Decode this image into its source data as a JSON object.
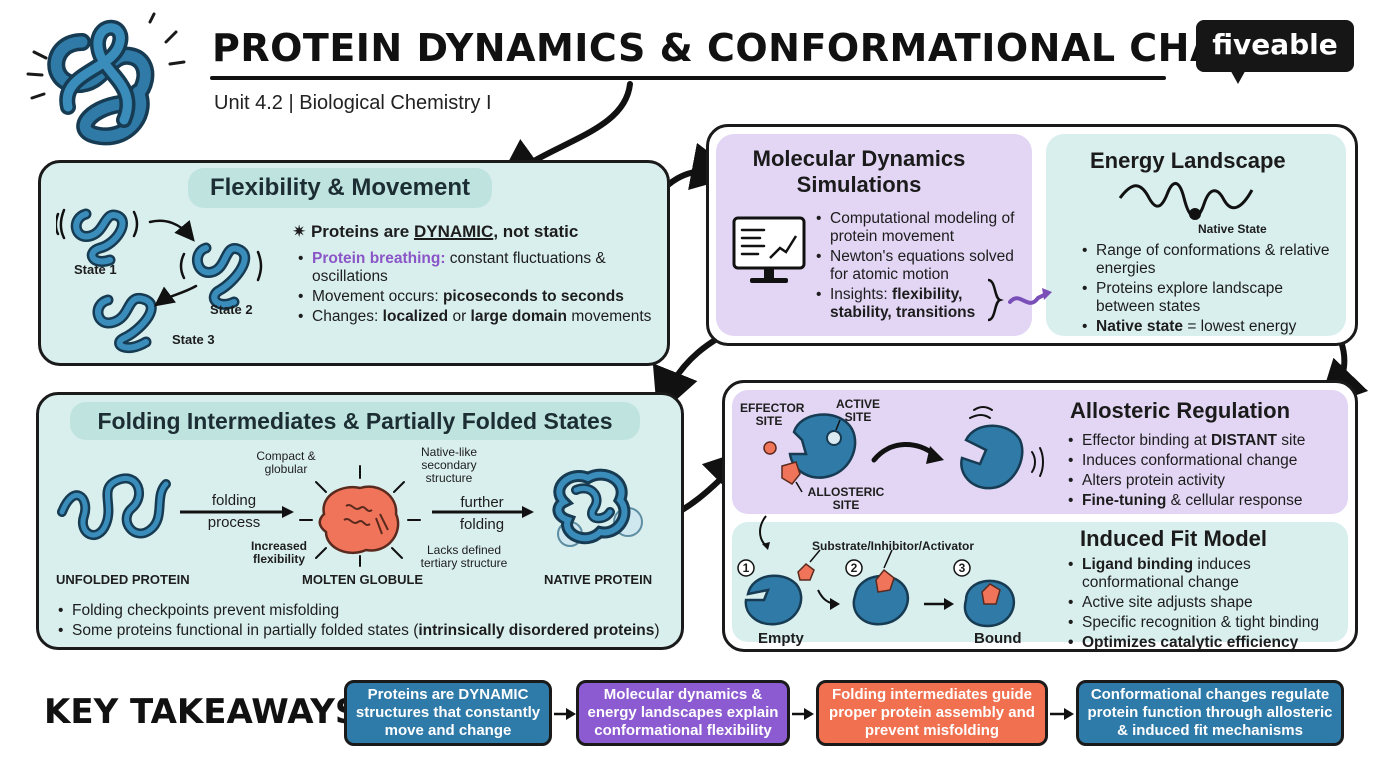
{
  "header": {
    "title": "PROTEIN DYNAMICS & CONFORMATIONAL CHANGES",
    "subtitle": "Unit 4.2 | Biological Chemistry I",
    "logo": "fiveable"
  },
  "flex": {
    "heading": "Flexibility & Movement",
    "states": [
      "State 1",
      "State 2",
      "State 3"
    ],
    "lead_prefix": "Proteins are ",
    "lead_key": "DYNAMIC",
    "lead_suffix": ", not static",
    "b1_key": "Protein breathing:",
    "b1_rest": " constant fluctuations & oscillations",
    "b2_prefix": "Movement occurs: ",
    "b2_key": "picoseconds to seconds",
    "b3_prefix": "Changes: ",
    "b3_key1": "localized",
    "b3_mid": " or ",
    "b3_key2": "large domain",
    "b3_suffix": " movements"
  },
  "md": {
    "heading": "Molecular Dynamics Simulations",
    "b1": "Computational modeling of protein movement",
    "b2": "Newton's equations solved for atomic motion",
    "b3_prefix": "Insights: ",
    "b3_key": "flexibility, stability, transitions"
  },
  "energy": {
    "heading": "Energy Landscape",
    "native_label": "Native State",
    "b1": "Range of conformations & relative energies",
    "b2": "Proteins explore landscape between states",
    "b3_key": "Native state",
    "b3_rest": " = lowest energy"
  },
  "folding": {
    "heading": "Folding Intermediates & Partially Folded States",
    "unfolded": "UNFOLDED PROTEIN",
    "arrow1": "folding process",
    "molten": "MOLTEN GLOBULE",
    "compact": "Compact & globular",
    "native_like": "Native-like secondary structure",
    "increased": "Increased flexibility",
    "lacks": "Lacks defined tertiary structure",
    "arrow2": "further folding",
    "native": "NATIVE PROTEIN",
    "b1": "Folding checkpoints prevent misfolding",
    "b2_prefix": "Some proteins functional in partially folded states (",
    "b2_key": "intrinsically disordered proteins",
    "b2_suffix": ")"
  },
  "allo": {
    "heading": "Allosteric Regulation",
    "effector": "EFFECTOR SITE",
    "active": "ACTIVE SITE",
    "allosteric": "ALLOSTERIC SITE",
    "b1_prefix": "Effector binding at ",
    "b1_key": "DISTANT",
    "b1_suffix": " site",
    "b2": "Induces conformational change",
    "b3": "Alters protein activity",
    "b4_key": "Fine-tuning",
    "b4_rest": " & cellular response"
  },
  "induced": {
    "heading": "Induced Fit Model",
    "substrate": "Substrate/Inhibitor/Activator",
    "steps": [
      "1",
      "2",
      "3"
    ],
    "empty": "Empty",
    "bound": "Bound",
    "b1_key": "Ligand binding",
    "b1_rest": " induces conformational change",
    "b2": "Active site adjusts shape",
    "b3": "Specific recognition & tight binding",
    "b4_key": "Optimizes catalytic efficiency"
  },
  "takeaways": {
    "title": "KEY TAKEAWAYS",
    "items": [
      {
        "text": "Proteins are DYNAMIC structures that constantly move and change",
        "color": "#2e7aa8"
      },
      {
        "text": "Molecular dynamics & energy landscapes explain conformational flexibility",
        "color": "#8d5bd1"
      },
      {
        "text": "Folding intermediates guide proper protein assembly and prevent misfolding",
        "color": "#f0704f"
      },
      {
        "text": "Conformational changes regulate protein function through allosteric & induced fit mechanisms",
        "color": "#2e7aa8"
      }
    ]
  },
  "colors": {
    "teal_panel": "#d9efee",
    "lavender_panel": "#e2d6f4",
    "protein_blue": "#2f7aa6",
    "molten_orange": "#f0745a"
  }
}
